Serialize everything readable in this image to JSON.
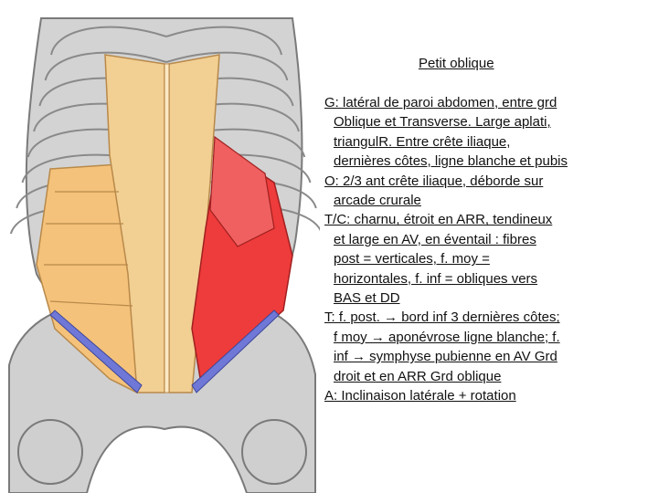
{
  "title": {
    "first": "P",
    "rest": "etit oblique"
  },
  "lines": [
    {
      "text": "G: latéral de paroi abdomen, entre grd",
      "indent": false
    },
    {
      "text": "Oblique et Transverse. Large aplati,",
      "indent": true
    },
    {
      "text": "triangulR. Entre crête iliaque,",
      "indent": true
    },
    {
      "text": "dernières côtes, ligne blanche et pubis",
      "indent": true
    },
    {
      "text": "O: 2/3 ant crête iliaque, déborde sur",
      "indent": false
    },
    {
      "text": "arcade crurale",
      "indent": true
    },
    {
      "text": "T/C: charnu, étroit en ARR, tendineux",
      "indent": false
    },
    {
      "text": "et large en AV, en éventail : fibres",
      "indent": true
    },
    {
      "text": "post = verticales, f. moy =",
      "indent": true
    },
    {
      "text": "horizontales,  f. inf = obliques vers",
      "indent": true
    },
    {
      "text": "BAS et DD",
      "indent": true
    },
    {
      "text": "T: f. post. → bord inf 3 dernières côtes;",
      "indent": false
    },
    {
      "text": "f moy → aponévrose ligne blanche; f.",
      "indent": true
    },
    {
      "text": "inf → symphyse pubienne en AV Grd",
      "indent": true
    },
    {
      "text": "droit et en ARR Grd oblique",
      "indent": true
    },
    {
      "text": "A: Inclinaison latérale + rotation",
      "indent": false
    }
  ],
  "colors": {
    "bone": "#c9c9c9",
    "bone_dark": "#9a9a9a",
    "muscle_tan": "#f2cf93",
    "muscle_orange": "#f4c27a",
    "muscle_red": "#ee3b3b",
    "ligament_blue": "#6f78d6"
  }
}
